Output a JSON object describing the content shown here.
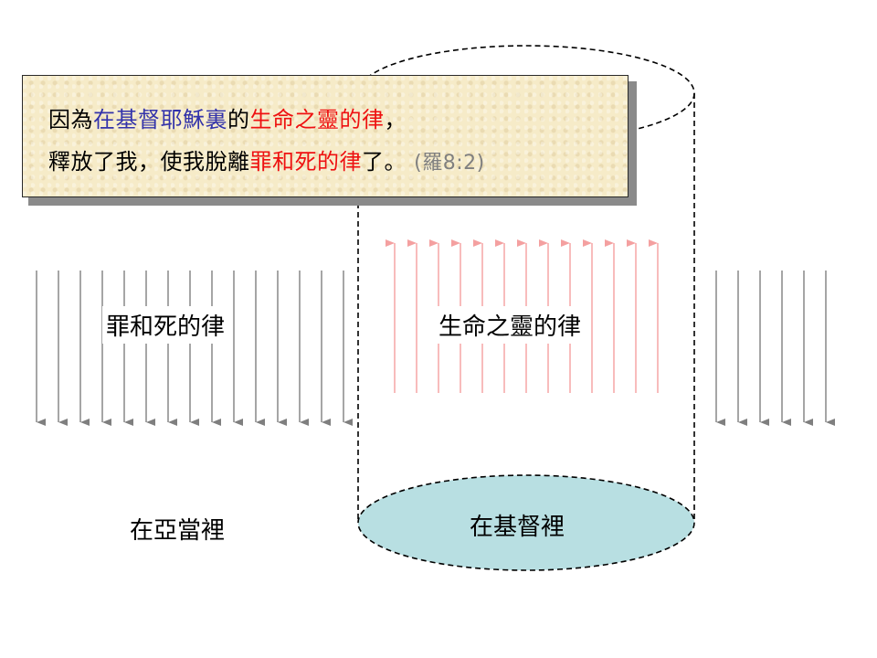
{
  "verse": {
    "line1": [
      {
        "text": "因為",
        "color": "#000000"
      },
      {
        "text": "在基督耶穌裏",
        "color": "#3333aa"
      },
      {
        "text": "的",
        "color": "#000000"
      },
      {
        "text": "生命之靈的律",
        "color": "#ee1111"
      },
      {
        "text": "，",
        "color": "#000000"
      }
    ],
    "line2": [
      {
        "text": "釋放了我，使我脫離",
        "color": "#000000"
      },
      {
        "text": "罪和死的律",
        "color": "#ee1111"
      },
      {
        "text": "了。",
        "color": "#000000"
      }
    ],
    "reference": "(羅8:2)"
  },
  "labels": {
    "sin_death_law": "罪和死的律",
    "spirit_life_law": "生命之靈的律",
    "in_adam": "在亞當裡",
    "in_christ": "在基督裡"
  },
  "colors": {
    "down_arrow": "#7f7f7f",
    "up_arrow": "#f4a0a0",
    "ellipse_fill": "#b8dfe2",
    "box_bg": "#f6ebc8"
  }
}
